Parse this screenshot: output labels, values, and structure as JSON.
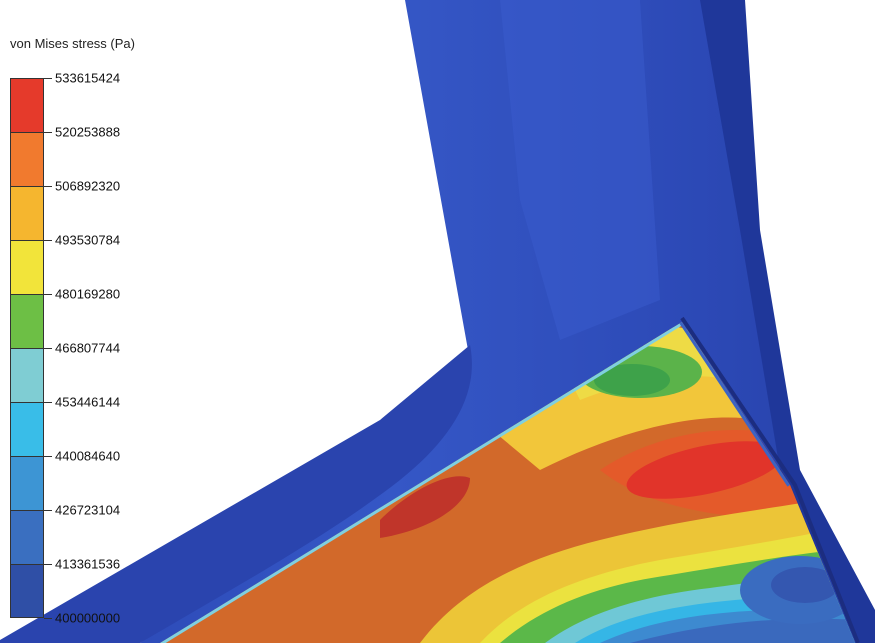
{
  "legend": {
    "title": "von Mises stress (Pa)",
    "tick_labels": [
      "533615424",
      "520253888",
      "506892320",
      "493530784",
      "480169280",
      "466807744",
      "453446144",
      "440084640",
      "426723104",
      "413361536",
      "400000000"
    ],
    "band_colors": [
      "#e53a2b",
      "#f17a2e",
      "#f5b62f",
      "#f2e43a",
      "#6dbf45",
      "#7fcdd3",
      "#39bde8",
      "#3d95d4",
      "#3a6fc0",
      "#2f4fa6"
    ]
  },
  "model_colors": {
    "body": "#2b47b4",
    "edge_dark": "#1b2f86",
    "body_light": "#3356c4"
  }
}
